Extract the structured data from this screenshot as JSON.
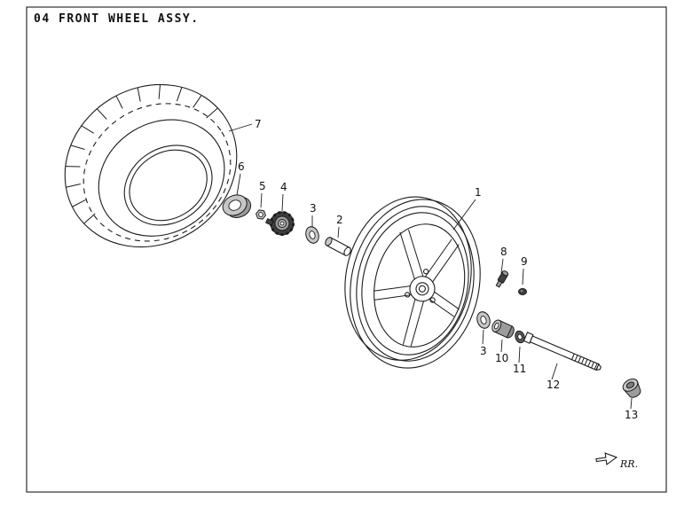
{
  "title_code": "04",
  "title_text": "FRONT WHEEL ASSY.",
  "direction_marker": "RR.",
  "callouts": {
    "c1": "1",
    "c2": "2",
    "c3a": "3",
    "c3b": "3",
    "c4": "4",
    "c5": "5",
    "c6": "6",
    "c7": "7",
    "c8": "8",
    "c9": "9",
    "c10": "10",
    "c11": "11",
    "c12": "12",
    "c13": "13"
  }
}
